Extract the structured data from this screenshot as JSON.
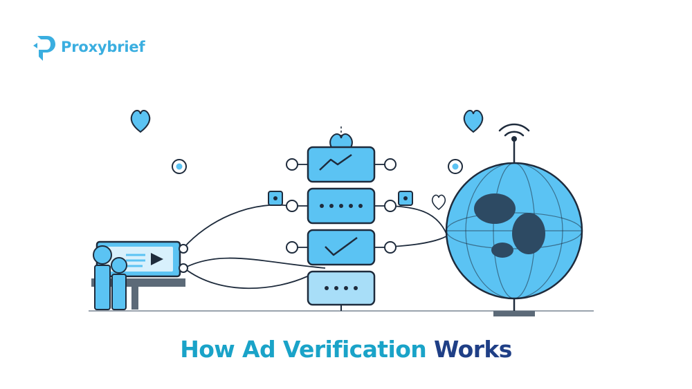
{
  "brand": {
    "name": "Proxybrief",
    "logo_icon": "proxybrief-p-logo-icon",
    "text_color": "#3aaee0"
  },
  "caption": {
    "highlight": "How Ad Verification",
    "rest": "Works",
    "highlight_color": "#1aa3c8",
    "rest_color": "#1f3f86"
  },
  "illustration": {
    "icons": [
      "heart-icon",
      "target-dot-icon",
      "presenter-screen-icon",
      "play-icon",
      "server-stack-icon",
      "trend-chart-icon",
      "checkmark-icon",
      "globe-icon",
      "wifi-signal-icon",
      "outline-heart-icon"
    ],
    "colors": {
      "fill_light": "#5bc3f3",
      "fill_pale": "#a8def8",
      "stroke": "#1e2b3c",
      "globe_land": "#2d4a63",
      "base": "#5c6a78"
    }
  }
}
